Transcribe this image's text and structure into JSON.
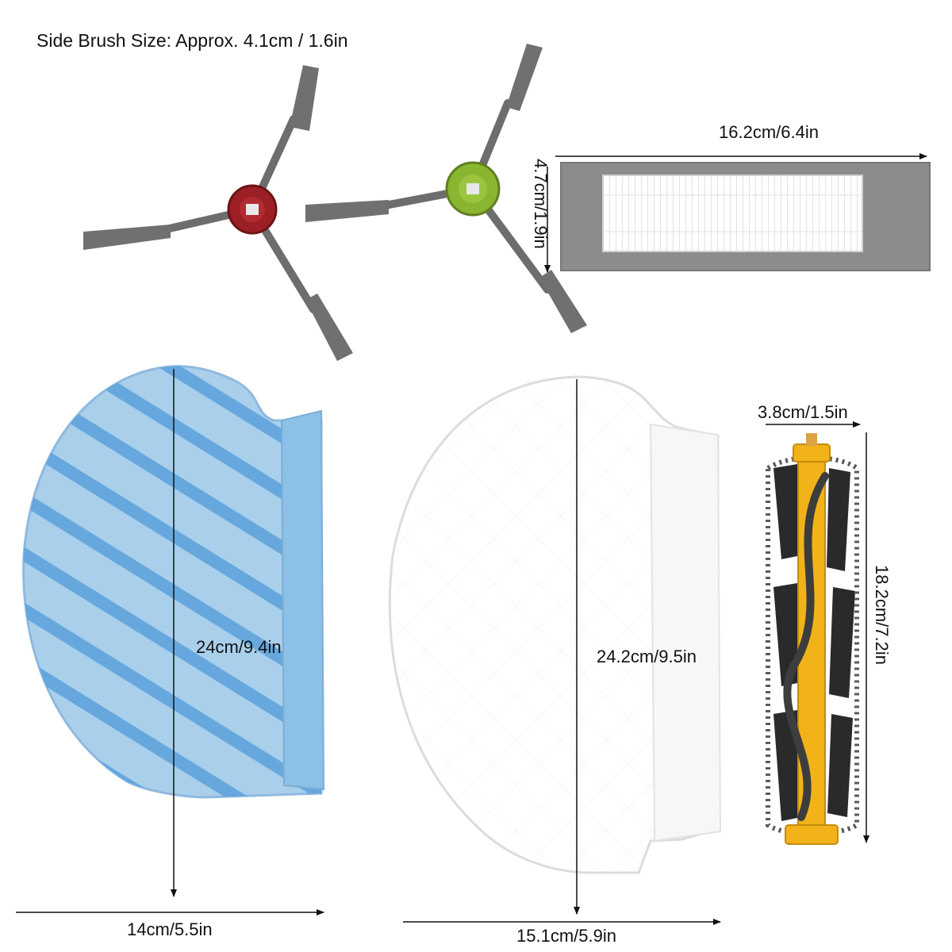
{
  "header": {
    "side_brush_size": "Side Brush Size: Approx. 4.1cm / 1.6in"
  },
  "filter": {
    "width_label": "16.2cm/6.4in",
    "height_label": "4.7cm/1.9in"
  },
  "blue_mop": {
    "height_label": "24cm/9.4in",
    "width_label": "14cm/5.5in"
  },
  "white_pad": {
    "height_label": "24.2cm/9.5in",
    "width_label": "15.1cm/5.9in"
  },
  "main_brush": {
    "width_label": "3.8cm/1.5in",
    "height_label": "18.2cm/7.2in"
  },
  "colors": {
    "brush_red_hub": "#9b1f25",
    "brush_green_hub": "#8ab531",
    "mop_blue": "#8cc0e6",
    "mop_stripe": "#5fa4dc",
    "roller_yellow": "#f2b21a",
    "filter_gray": "#8c8c8c"
  }
}
